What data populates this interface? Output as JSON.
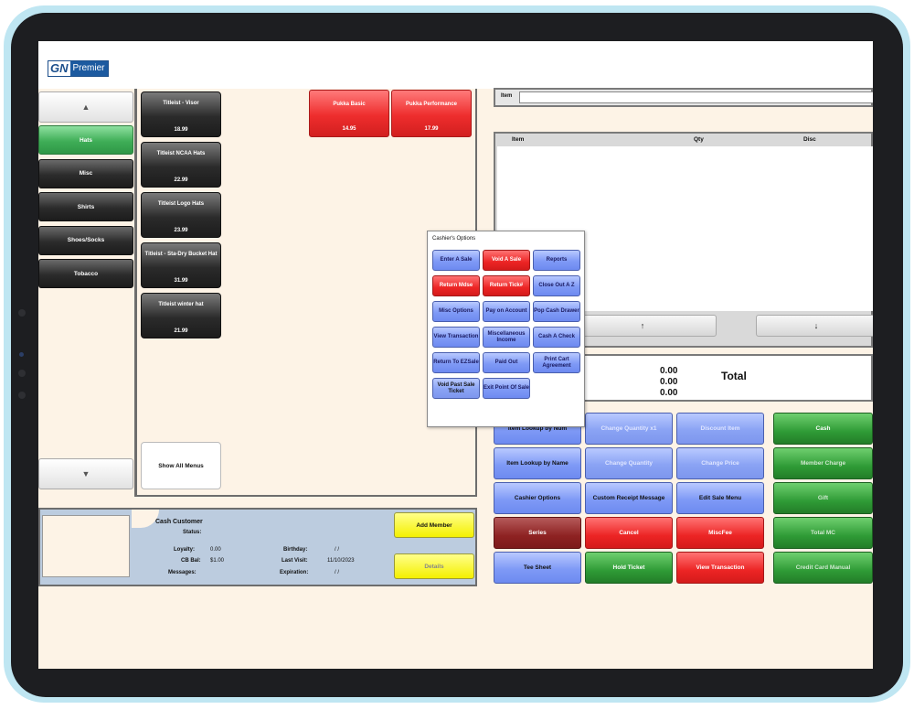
{
  "logo": {
    "mark": "GN",
    "name": "Premier"
  },
  "categories": {
    "up_icon": "▲",
    "down_icon": "▼",
    "items": [
      {
        "label": "Hats",
        "active": true
      },
      {
        "label": "Misc",
        "active": false
      },
      {
        "label": "Shirts",
        "active": false
      },
      {
        "label": "Shoes/Socks",
        "active": false
      },
      {
        "label": "Tobacco",
        "active": false
      }
    ]
  },
  "products": [
    {
      "name": "Titleist - Visor",
      "price": "18.99"
    },
    {
      "name": "Titleist NCAA Hats",
      "price": "22.99"
    },
    {
      "name": "Titleist Logo Hats",
      "price": "23.99"
    },
    {
      "name": "Titleist - Sta-Dry Bucket Hat",
      "price": "31.99"
    },
    {
      "name": "Titleist winter hat",
      "price": "21.99"
    }
  ],
  "featured_products": [
    {
      "name": "Pukka Basic",
      "price": "14.95"
    },
    {
      "name": "Pukka Performance",
      "price": "17.99"
    }
  ],
  "show_all_menus": "Show All Menus",
  "customer": {
    "name": "Cash Customer",
    "status_label": "Status:",
    "loyalty_label": "Loyalty:",
    "loyalty_value": "0.00",
    "cb_label": "CB Bal:",
    "cb_value": "$1.00",
    "messages_label": "Messages:",
    "birthday_label": "Birthday:",
    "birthday_value": "/ /",
    "lastvisit_label": "Last Visit:",
    "lastvisit_value": "11/10/2023",
    "expiration_label": "Expiration:",
    "expiration_value": "/ /",
    "add_member": "Add Member",
    "details": "Details"
  },
  "item_field": {
    "label": "Item",
    "value": ""
  },
  "ticket_table": {
    "headers": [
      "Item",
      "Qty",
      "Disc"
    ],
    "scroll_up": "↑",
    "scroll_down": "↓"
  },
  "totals": {
    "values": [
      "0.00",
      "0.00",
      "0.00"
    ],
    "label": "Total"
  },
  "function_buttons": [
    {
      "label": "Item Lookup by Num",
      "color": "blue",
      "col": 0,
      "row": 0
    },
    {
      "label": "Change Quantity x1",
      "color": "bluedis",
      "col": 1,
      "row": 0
    },
    {
      "label": "Discount Item",
      "color": "bluedis",
      "col": 2,
      "row": 0
    },
    {
      "label": "Cash",
      "color": "green",
      "col": 3,
      "row": 0
    },
    {
      "label": "Item Lookup by Name",
      "color": "blue",
      "col": 0,
      "row": 1
    },
    {
      "label": "Change Quantity",
      "color": "bluedis",
      "col": 1,
      "row": 1
    },
    {
      "label": "Change Price",
      "color": "bluedis",
      "col": 2,
      "row": 1
    },
    {
      "label": "Member Charge",
      "color": "greendis",
      "col": 3,
      "row": 1
    },
    {
      "label": "Cashier Options",
      "color": "blue",
      "col": 0,
      "row": 2
    },
    {
      "label": "Custom Receipt Message",
      "color": "blue",
      "col": 1,
      "row": 2
    },
    {
      "label": "Edit Sale Menu",
      "color": "blue",
      "col": 2,
      "row": 2
    },
    {
      "label": "Gift",
      "color": "greendis",
      "col": 3,
      "row": 2
    },
    {
      "label": "Series",
      "color": "dred",
      "col": 0,
      "row": 3
    },
    {
      "label": "Cancel",
      "color": "red",
      "col": 1,
      "row": 3
    },
    {
      "label": "MiscFee",
      "color": "red",
      "col": 2,
      "row": 3
    },
    {
      "label": "Total MC",
      "color": "greendis",
      "col": 3,
      "row": 3
    },
    {
      "label": "Tee Sheet",
      "color": "blue",
      "col": 0,
      "row": 4
    },
    {
      "label": "Hold Ticket",
      "color": "green",
      "col": 1,
      "row": 4
    },
    {
      "label": "View Transaction",
      "color": "red",
      "col": 2,
      "row": 4
    },
    {
      "label": "Credit Card Manual",
      "color": "greendis",
      "col": 3,
      "row": 4
    }
  ],
  "cashier_dialog": {
    "title": "Cashier's Options",
    "buttons": [
      {
        "label": "Enter A Sale",
        "color": "blue",
        "col": 0,
        "row": 0
      },
      {
        "label": "Void A Sale",
        "color": "red",
        "col": 1,
        "row": 0
      },
      {
        "label": "Reports",
        "color": "blue",
        "col": 2,
        "row": 0
      },
      {
        "label": "Return Mdse",
        "color": "red",
        "col": 0,
        "row": 1
      },
      {
        "label": "Return Tick#",
        "color": "red",
        "col": 1,
        "row": 1
      },
      {
        "label": "Close Out A Z",
        "color": "blue",
        "col": 2,
        "row": 1
      },
      {
        "label": "Misc Options",
        "color": "blue",
        "col": 0,
        "row": 2
      },
      {
        "label": "Pay on Account",
        "color": "blue",
        "col": 1,
        "row": 2
      },
      {
        "label": "Pop Cash Drawer",
        "color": "blue",
        "col": 2,
        "row": 2
      },
      {
        "label": "View Transaction",
        "color": "blue",
        "col": 0,
        "row": 3
      },
      {
        "label": "Miscellaneous Income",
        "color": "blue",
        "col": 1,
        "row": 3
      },
      {
        "label": "Cash A Check",
        "color": "blue",
        "col": 2,
        "row": 3
      },
      {
        "label": "Return To EZSale",
        "color": "blue",
        "col": 0,
        "row": 4
      },
      {
        "label": "Paid Out",
        "color": "blue",
        "col": 1,
        "row": 4
      },
      {
        "label": "Print Cart Agreement",
        "color": "blue",
        "col": 2,
        "row": 4
      },
      {
        "label": "Void Past Sale Ticket",
        "color": "bluedis",
        "col": 0,
        "row": 5
      },
      {
        "label": "Exit Point Of Sale",
        "color": "blue",
        "col": 1,
        "row": 5
      }
    ]
  }
}
